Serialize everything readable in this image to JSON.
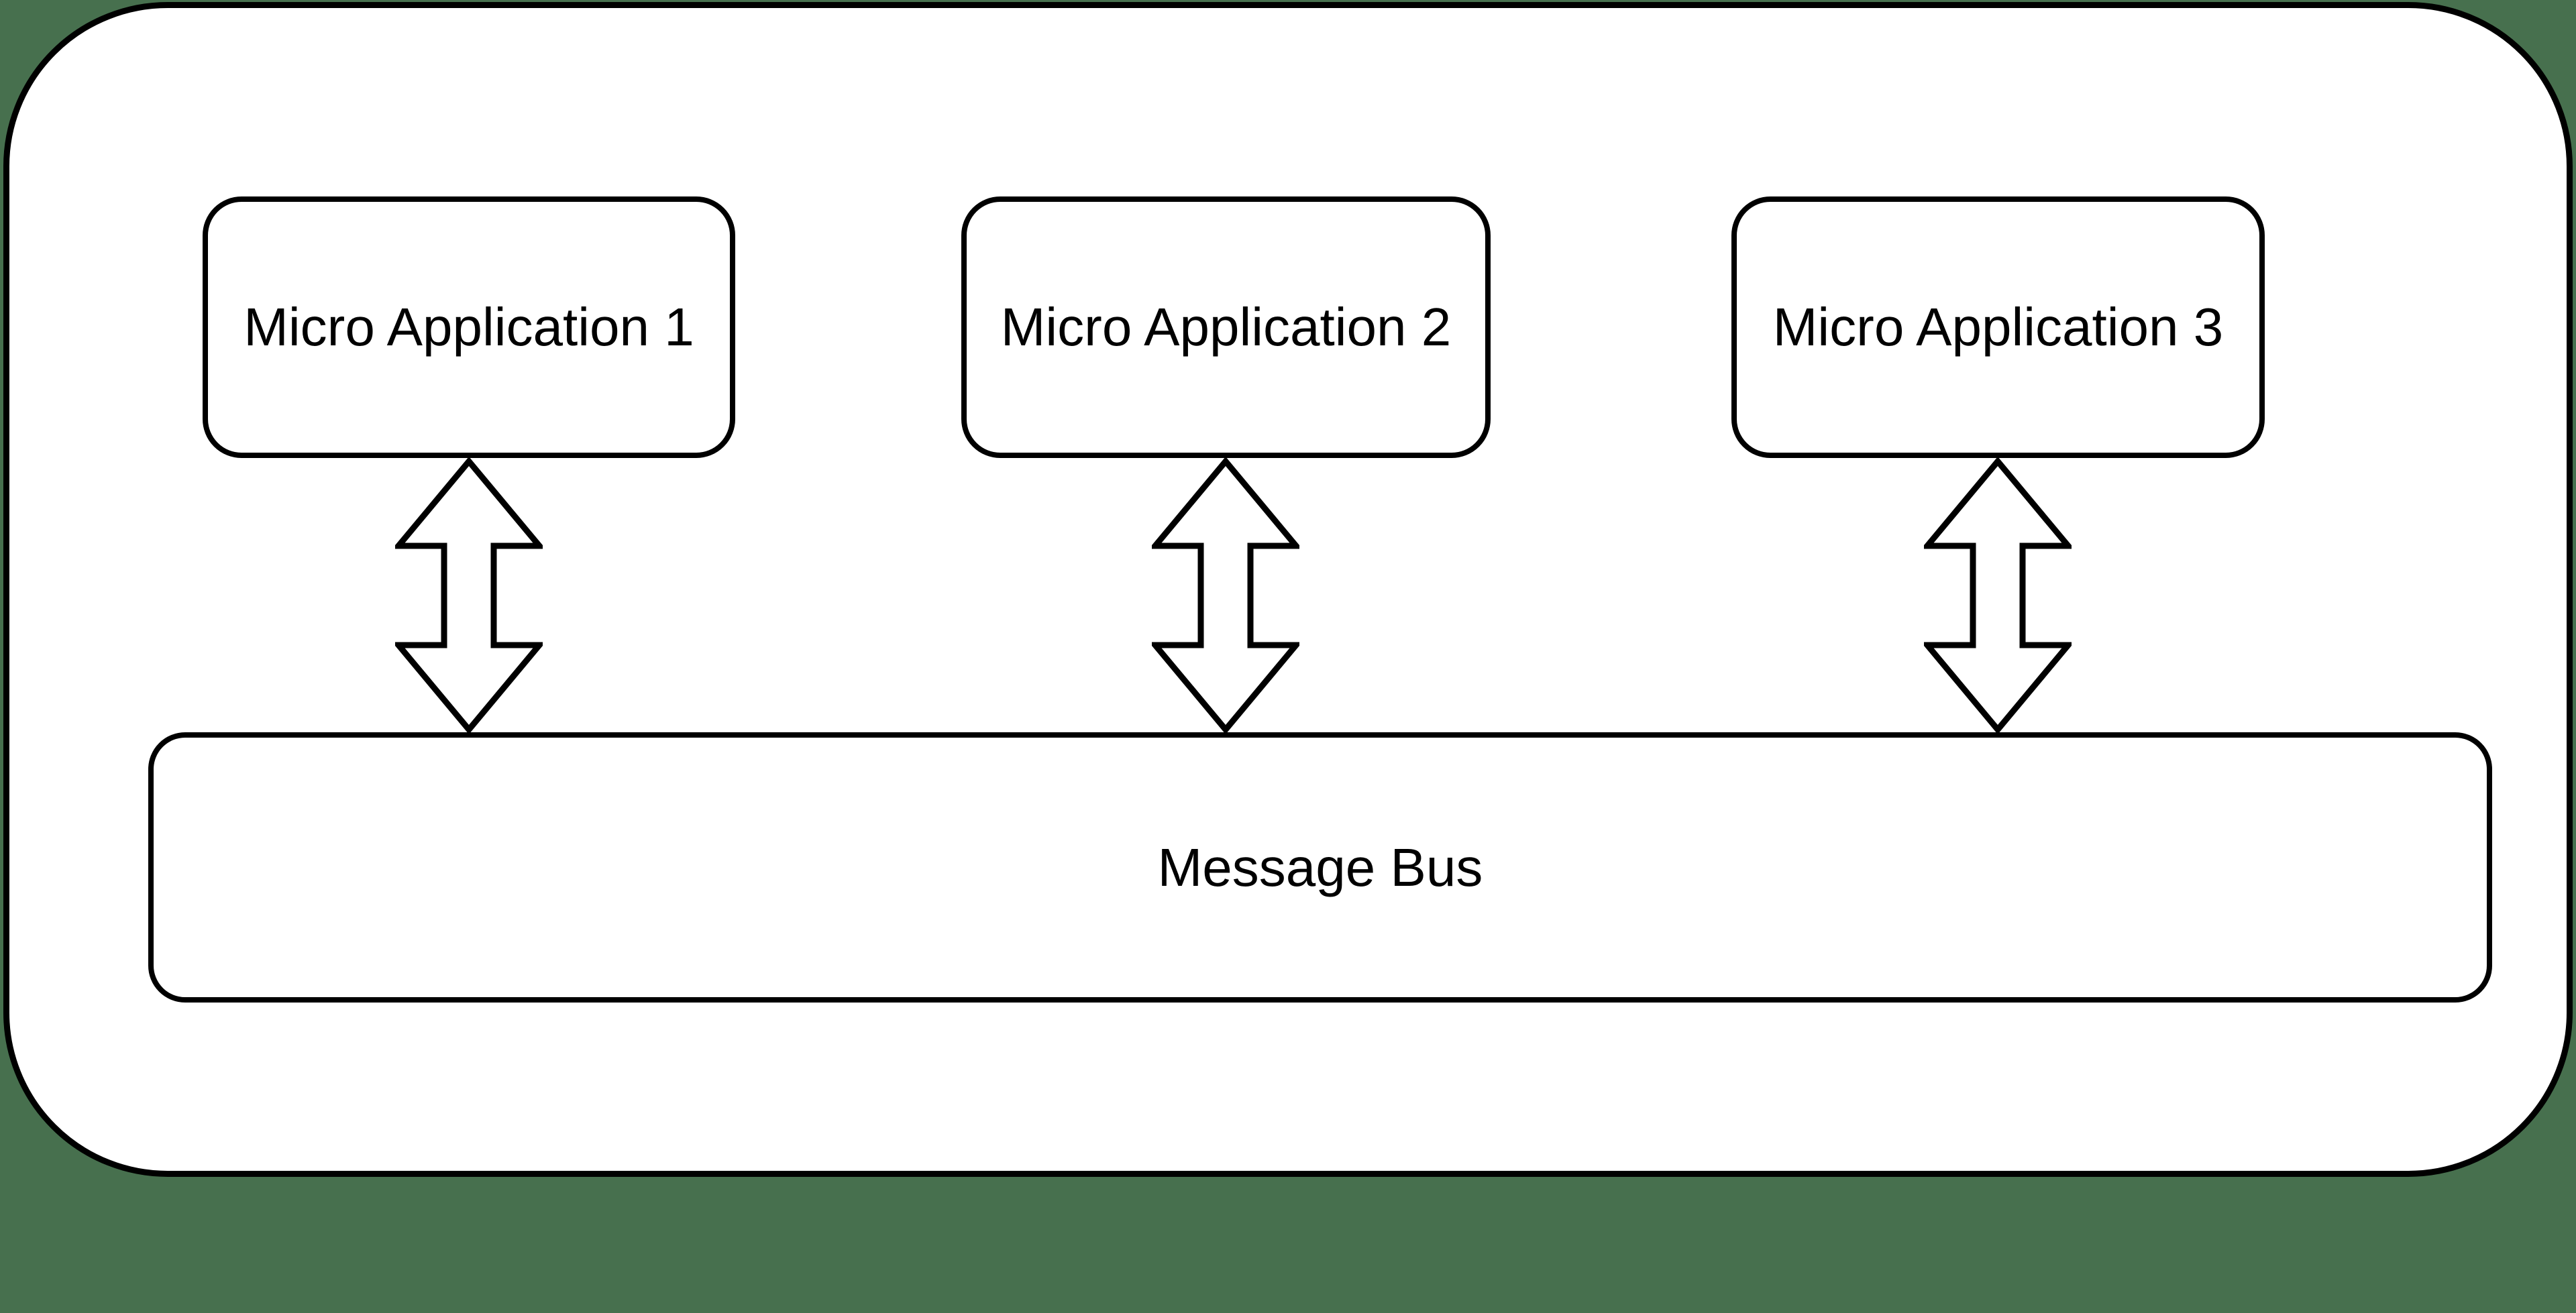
{
  "diagram": {
    "nodes": [
      {
        "id": "micro-app-1",
        "label": "Micro Application 1"
      },
      {
        "id": "micro-app-2",
        "label": "Micro Application 2"
      },
      {
        "id": "micro-app-3",
        "label": "Micro Application 3"
      }
    ],
    "bus": {
      "label": "Message Bus"
    },
    "connectors": [
      {
        "from": "micro-app-1",
        "to": "message-bus",
        "type": "bidirectional",
        "icon": "up-down-arrow-icon"
      },
      {
        "from": "micro-app-2",
        "to": "message-bus",
        "type": "bidirectional",
        "icon": "up-down-arrow-icon"
      },
      {
        "from": "micro-app-3",
        "to": "message-bus",
        "type": "bidirectional",
        "icon": "up-down-arrow-icon"
      }
    ]
  },
  "colors": {
    "page_background": "#47704E",
    "node_fill": "#FFFFFF",
    "line": "#000000",
    "text": "#000000"
  }
}
